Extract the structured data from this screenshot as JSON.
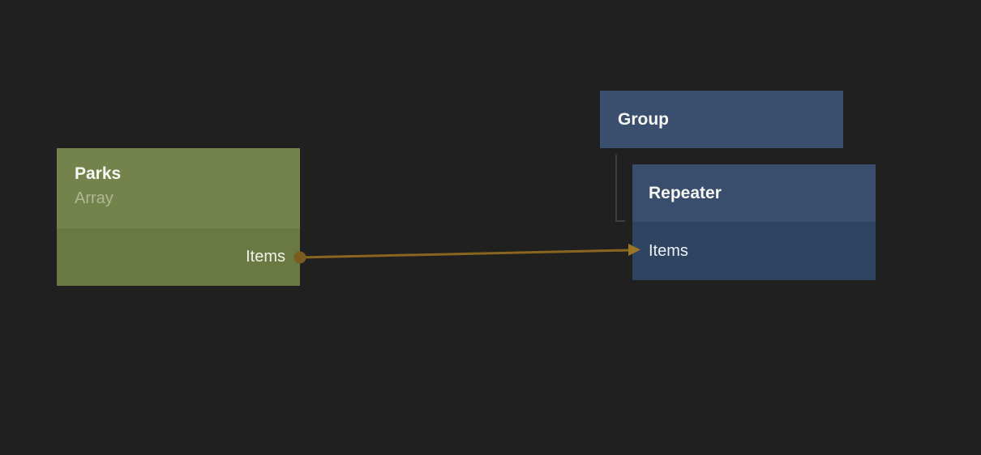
{
  "canvas": {
    "background": "#202020"
  },
  "nodes": {
    "parks": {
      "title": "Parks",
      "subtitle": "Array",
      "output_port": {
        "label": "Items"
      },
      "colors": {
        "header": "#74824b",
        "body": "#6a7941",
        "title_text": "#f6f7f2",
        "subtitle_text": "#aeb896",
        "port_dot": "#7b5c20"
      }
    },
    "group": {
      "title": "Group",
      "colors": {
        "header": "#3a4f6e",
        "title_text": "#f6f7f2"
      }
    },
    "repeater": {
      "title": "Repeater",
      "input_port": {
        "label": "Items"
      },
      "colors": {
        "header": "#394e6d",
        "port_row": "#2e4562",
        "title_text": "#f6f7f2"
      }
    }
  },
  "connections": {
    "data_wire": {
      "from_node": "Parks",
      "from_port": "Items",
      "to_node": "Repeater",
      "to_port": "Items",
      "color": "#8a6520",
      "arrowhead_color": "#9c7426"
    },
    "hierarchy_connector": {
      "from_node": "Group",
      "to_node": "Repeater",
      "color": "#3e3e3f"
    }
  }
}
